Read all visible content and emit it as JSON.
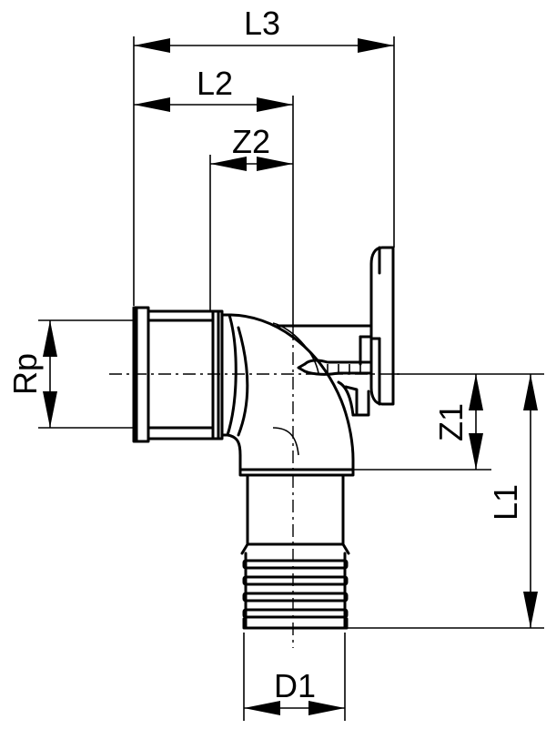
{
  "dimensions": {
    "L3": "L3",
    "L2": "L2",
    "Z2": "Z2",
    "Rp": "Rp",
    "Z1": "Z1",
    "L1": "L1",
    "D1": "D1"
  },
  "colors": {
    "line": "#000000",
    "background": "#ffffff"
  }
}
